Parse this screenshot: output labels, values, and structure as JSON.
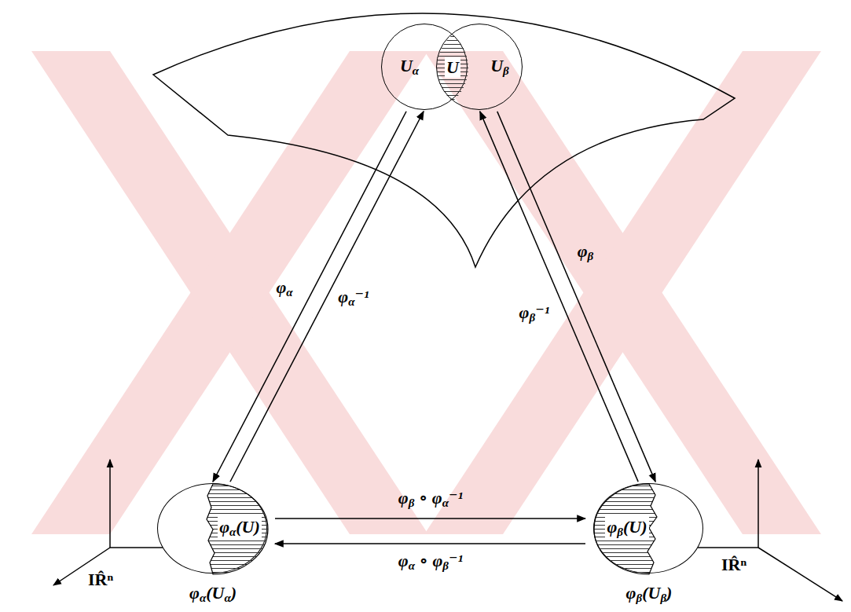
{
  "diagram": {
    "nodes": [
      {
        "text": [
          "Uα"
        ]
      },
      {
        "text": [
          "U"
        ],
        "in": 0
      },
      {
        "text": [
          "Uβ"
        ]
      },
      {
        "text": [
          "φα(Uα)"
        ]
      },
      {
        "text": [
          "φα(U)"
        ],
        "in": 3
      },
      {
        "text": [
          "φβ(Uβ)"
        ]
      },
      {
        "text": [
          "φβ(U)"
        ],
        "in": 5
      }
    ],
    "edges": [
      {
        "from": 0,
        "to": 3,
        "label": "φα",
        "arrow": "to"
      },
      {
        "from": 3,
        "to": 0,
        "label": "φα⁻¹",
        "arrow": "to"
      },
      {
        "from": 2,
        "to": 5,
        "label": "φβ",
        "arrow": "to"
      },
      {
        "from": 5,
        "to": 2,
        "label": "φβ⁻¹",
        "arrow": "to"
      },
      {
        "from": 3,
        "to": 5,
        "label": "φβ ∘ φα⁻¹",
        "arrow": "to"
      },
      {
        "from": 5,
        "to": 3,
        "label": "φα ∘ φβ⁻¹",
        "arrow": "to"
      }
    ],
    "labels": [
      "IR̂ⁿ",
      "IR̂ⁿ"
    ]
  }
}
